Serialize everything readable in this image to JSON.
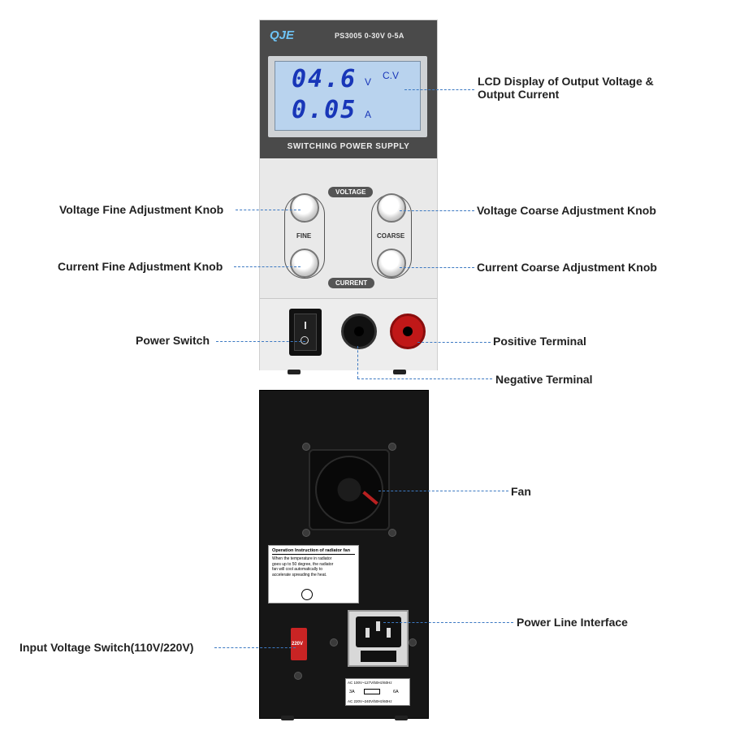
{
  "front_panel": {
    "brand": "QJE",
    "model": "PS3005 0-30V 0-5A",
    "voltage_reading": "04.6",
    "voltage_unit": "V",
    "mode": "C.V",
    "current_reading": "0.05",
    "current_unit": "A",
    "title": "SWITCHING POWER SUPPLY",
    "voltage_label": "VOLTAGE",
    "current_label": "CURRENT",
    "fine_label": "FINE",
    "coarse_label": "COARSE"
  },
  "rear_panel": {
    "fan_label_title": "Operation Instruction of radiator fan",
    "fan_label_lines": [
      "When the temperature in radiator",
      "goes up to 50 degree, the radiator",
      "fan will cool automatically to",
      "accelerate spreading the heat."
    ],
    "input_switch_text": "220V",
    "voltage_label_top": "AC 100V~127V/50Hz/60Hz",
    "voltage_label_fuse_a": "3A",
    "voltage_label_fuse_b": "6A",
    "voltage_label_bottom": "AC 220V~240V/50Hz/60Hz"
  },
  "callouts": {
    "lcd": "LCD Display of Output Voltage &",
    "lcd_line2": "Output Current",
    "voltage_fine": "Voltage Fine Adjustment Knob",
    "voltage_coarse": "Voltage Coarse Adjustment Knob",
    "current_fine": "Current Fine Adjustment Knob",
    "current_coarse": "Current Coarse Adjustment Knob",
    "power_switch": "Power Switch",
    "positive_terminal": "Positive Terminal",
    "negative_terminal": "Negative Terminal",
    "fan": "Fan",
    "power_line": "Power Line Interface",
    "input_voltage": "Input Voltage Switch(110V/220V)"
  },
  "colors": {
    "lcd_background": "#b9d3ee",
    "lcd_digits": "#1836b8",
    "positive_terminal": "#c01818",
    "callout_line": "#3c79c2"
  }
}
